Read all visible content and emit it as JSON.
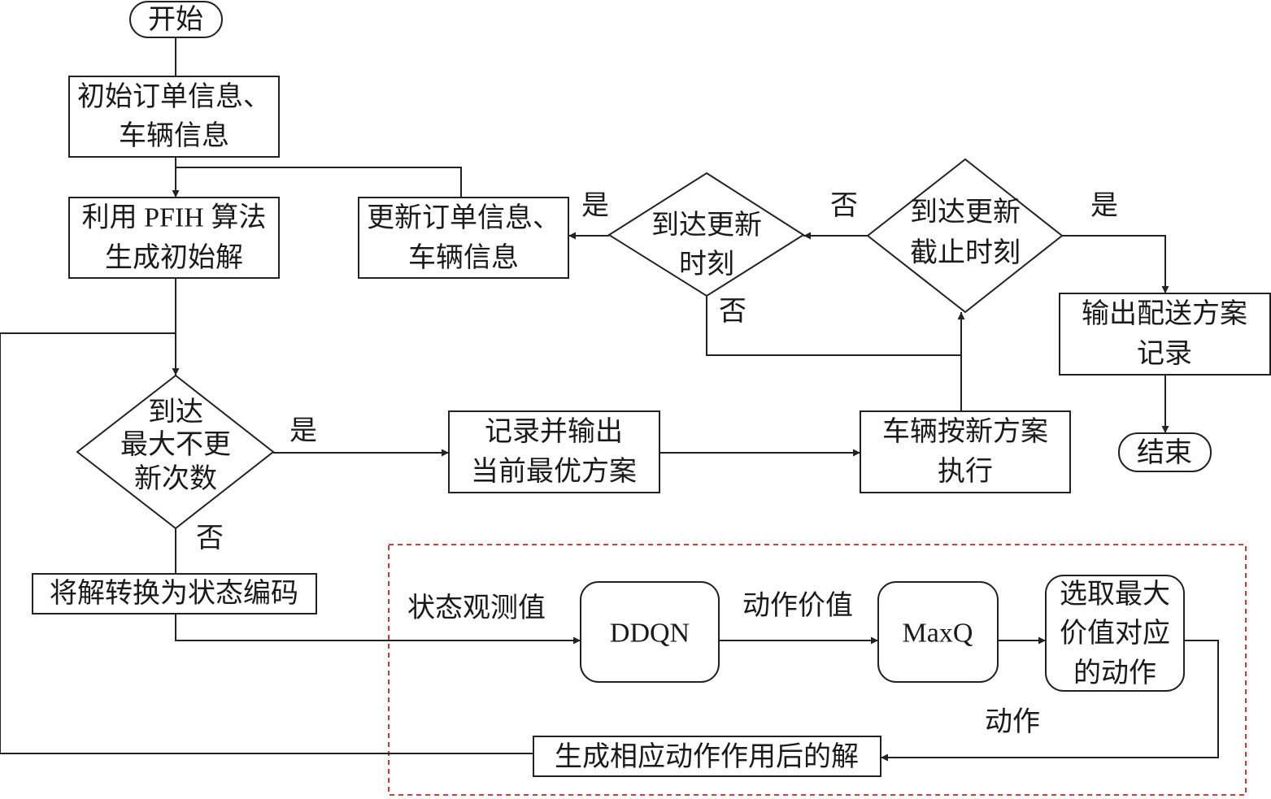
{
  "nodes": {
    "start": "开始",
    "init_info": [
      "初始订单信息、",
      "车辆信息"
    ],
    "pfih": [
      "利用 PFIH 算法",
      "生成初始解"
    ],
    "max_no_update": [
      "到达",
      "最大不更",
      "新次数"
    ],
    "encode_state": "将解转换为状态编码",
    "record_output": [
      "记录并输出",
      "当前最优方案"
    ],
    "vehicle_exec": [
      "车辆按新方案",
      "执行"
    ],
    "update_cutoff": [
      "到达更新",
      "截止时刻"
    ],
    "update_time": [
      "到达更新",
      "时刻"
    ],
    "update_info": [
      "更新订单信息、",
      "车辆信息"
    ],
    "output_record": [
      "输出配送方案",
      "记录"
    ],
    "end": "结束",
    "ddqn": "DDQN",
    "maxq": "MaxQ",
    "select_action": [
      "选取最大",
      "价值对应",
      "的动作"
    ],
    "generate_solution": "生成相应动作作用后的解"
  },
  "edge_labels": {
    "yes_1": "是",
    "no_1": "否",
    "yes_2": "是",
    "no_2": "否",
    "yes_3": "是",
    "no_3": "否",
    "state_obs": "状态观测值",
    "action_value": "动作价值",
    "action": "动作"
  },
  "colors": {
    "line": "#222222",
    "dashed_region": "#cc2222"
  }
}
